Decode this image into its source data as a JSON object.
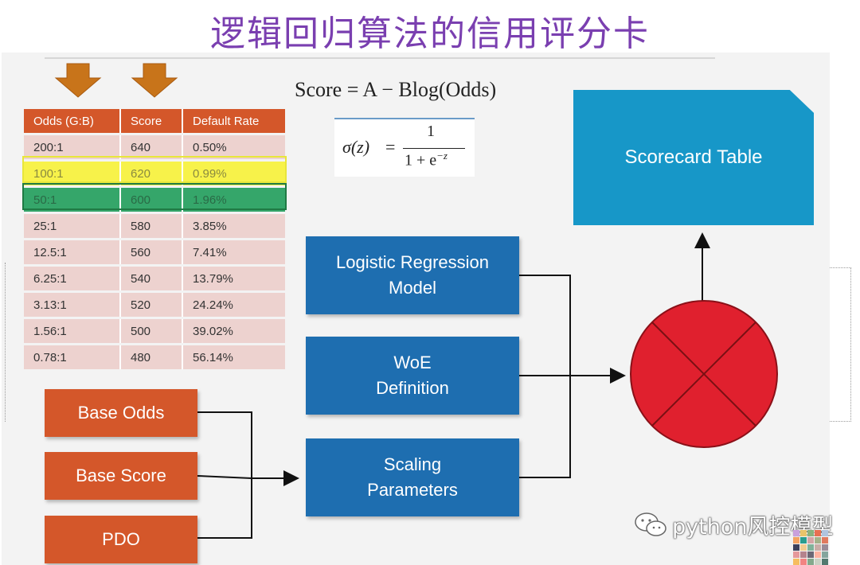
{
  "page_title": "逻辑回归算法的信用评分卡",
  "odds_table": {
    "headers": [
      "Odds (G:B)",
      "Score",
      "Default Rate"
    ],
    "rows": [
      [
        "200:1",
        "640",
        "0.50%"
      ],
      [
        "100:1",
        "620",
        "0.99%"
      ],
      [
        "50:1",
        "600",
        "1.96%"
      ],
      [
        "25:1",
        "580",
        "3.85%"
      ],
      [
        "12.5:1",
        "560",
        "7.41%"
      ],
      [
        "6.25:1",
        "540",
        "13.79%"
      ],
      [
        "3.13:1",
        "520",
        "24.24%"
      ],
      [
        "1.56:1",
        "500",
        "39.02%"
      ],
      [
        "0.78:1",
        "480",
        "56.14%"
      ]
    ],
    "highlight_yellow_row": "100:1",
    "highlight_green_row": "50:1"
  },
  "formula": {
    "score": "Score = A − Blog(Odds)",
    "sigmoid_lhs": "σ(z)",
    "sigmoid_eq": "=",
    "sigmoid_num": "1",
    "sigmoid_den_base": "1 + e",
    "sigmoid_den_exp": "−z"
  },
  "inputs": {
    "base_odds": "Base Odds",
    "base_score": "Base Score",
    "pdo": "PDO"
  },
  "process": {
    "lr_line1": "Logistic Regression",
    "lr_line2": "Model",
    "woe_line1": "WoE",
    "woe_line2": "Definition",
    "scaling_line1": "Scaling",
    "scaling_line2": "Parameters"
  },
  "output": {
    "scorecard": "Scorecard Table"
  },
  "watermark": "python风控模型",
  "colors": {
    "title": "#7a3fb0",
    "orange": "#d4572a",
    "blue": "#1e6eb0",
    "scorecard": "#1797c8",
    "circle": "#e0202e",
    "table_row": "#edd2cf",
    "highlight_yellow": "#f7f24a",
    "highlight_green": "#35a66a"
  }
}
